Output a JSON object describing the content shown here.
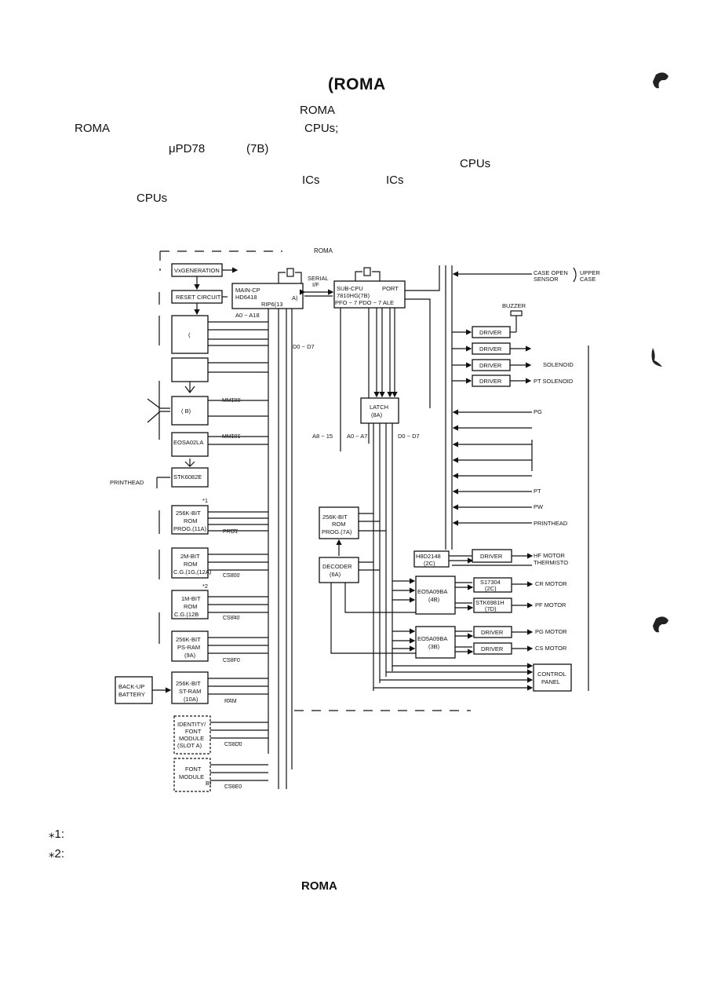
{
  "header": {
    "title": "(ROMA",
    "lines": [
      "ROMA",
      "ROMA",
      "CPUs;",
      "μPD78",
      "(7B)",
      "CPUs",
      "ICs",
      "ICs",
      "CPUs"
    ]
  },
  "diagram": {
    "caption_top": "ROMA",
    "blocks": {
      "vx_generation": "VxGENERATION",
      "reset_circuit": "RESET CIRCUIT",
      "gate_array_a": "(",
      "gate_array_b": "(   B)",
      "eosa02la": "EOSA02LA",
      "stk6082e": "STK6082E",
      "printhead_out": "PRINTHEAD",
      "main_cpu_1": "MAIN-CP",
      "main_cpu_2": "HD6418",
      "main_cpu_3": "RIP6(13",
      "main_cpu_4": "A)",
      "serial_1": "SERIAL",
      "serial_2": "I/F",
      "sub_cpu_1": "SUB-CPU",
      "sub_cpu_2": "7810HG(7B)",
      "sub_cpu_3": "PFO ~ 7  PDO ~ 7 ALE",
      "port": "PORT",
      "latch_1": "LATCH",
      "latch_2": "(8A)",
      "rom256_1_a": "256K-BIT",
      "rom256_1_b": "ROM",
      "rom256_1_c": "PROG.(11A)",
      "rom256_1_d": "*1",
      "rom2m_a": "2M-BIT",
      "rom2m_b": "ROM",
      "rom2m_c": "C.G.(1G,(12A)",
      "rom1m_a": "1M-BIT",
      "rom1m_b": "ROM",
      "rom1m_c": "C.G.(12B",
      "rom1m_d": "*2",
      "psram_a": "256K-BIT",
      "psram_b": "PS-RAM",
      "psram_c": "(9A)",
      "stram_a": "256K-BIT",
      "stram_b": "ST-RAM",
      "stram_c": "(10A)",
      "backup_a": "BACK-UP",
      "backup_b": "BATTERY",
      "id_module_a": "IDENTITY/",
      "id_module_b": "FONT",
      "id_module_c": "MODULE",
      "id_module_d": "(SLOT A)",
      "font_module_a": "FONT",
      "font_module_b": "MODULE",
      "font_module_c": "B)",
      "rom7a_a": "256K-BIT",
      "rom7a_b": "ROM",
      "rom7a_c": "PROG.(7A)",
      "decoder_a": "DECODER",
      "decoder_b": "(6A)",
      "hd_a": "H8D2148",
      "hd_b": "(2C)",
      "eo4b_a": "EO5A09BA",
      "eo4b_b": "(4B)",
      "eo3b_a": "EO5A09BA",
      "eo3b_b": "(3B)",
      "si_a": "S17304",
      "si_b": "(2C)",
      "stk_a": "STK6981H",
      "stk_b": "(7D)",
      "driver": "DRIVER",
      "control_panel_a": "CONTROL",
      "control_panel_b": "PANEL",
      "buzzer": "BUZZER"
    },
    "signals": {
      "a0_a18": "A0 ~ A18",
      "d0_d7_main": "D0 ~ D7",
      "mm100": "MM100",
      "mm101": "MM101",
      "pro1": "PRO1",
      "cs800": "CS800",
      "cs840": "CS840",
      "cs8f0": "CS8F0",
      "ram": "RAM",
      "cs8d0": "CS8D0",
      "cs8e0": "CS8E0",
      "a8_15": "A8 ~ 15",
      "a0_a7": "A0 ~ A7",
      "d0_d7_sub": "D0 ~ D7"
    },
    "outputs": {
      "case_open_1": "CASE OPEN",
      "case_open_2": "SENSOR",
      "upper_case_1": "UPPER",
      "upper_case_2": "CASE",
      "solenoid": "SOLENOID",
      "pt_solenoid": "PT SOLENOID",
      "pg": "PG",
      "pt": "PT",
      "pw": "PW",
      "printhead": "PRINTHEAD",
      "hf_motor": "HF MOTOR",
      "thermisto": "THERMISTO",
      "cr_motor": "CR MOTOR",
      "pf_motor": "PF MOTOR",
      "pg_motor": "PG MOTOR",
      "cs_motor": "CS MOTOR"
    }
  },
  "footnotes": [
    "⁎1:",
    "⁎2:"
  ],
  "caption_bottom": "ROMA"
}
